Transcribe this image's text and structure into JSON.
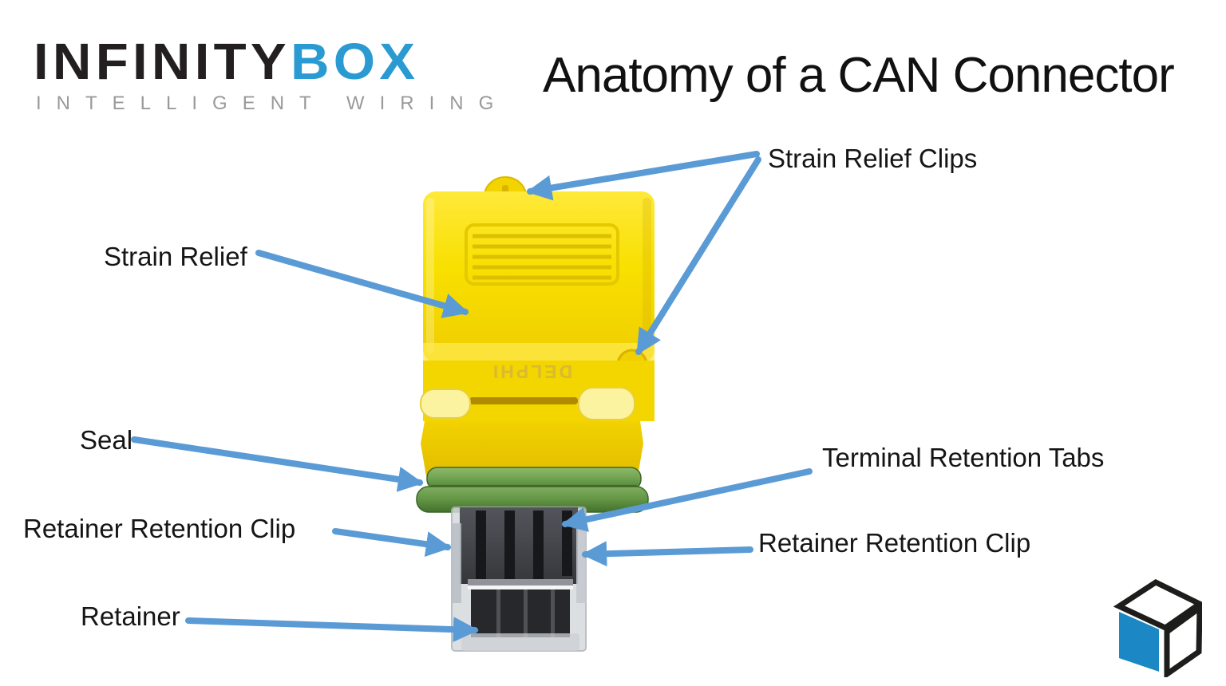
{
  "header": {
    "logo": {
      "brand_part1": "INFINITY",
      "brand_part2": "BOX",
      "tagline": "INTELLIGENT WIRING",
      "brand_black": "#231f20",
      "brand_blue": "#2a9ad2",
      "tagline_gray": "#9a9a9a"
    },
    "title": "Anatomy of a CAN Connector"
  },
  "diagram": {
    "subject": "yellow-can-connector-photo",
    "embossed_text": "DELPHI",
    "labels": [
      {
        "id": "strain-relief-clips",
        "text": "Strain Relief Clips"
      },
      {
        "id": "strain-relief",
        "text": "Strain Relief"
      },
      {
        "id": "seal",
        "text": "Seal"
      },
      {
        "id": "retainer-retention-clip-left",
        "text": "Retainer Retention Clip"
      },
      {
        "id": "terminal-retention-tabs",
        "text": "Terminal Retention Tabs"
      },
      {
        "id": "retainer-retention-clip-right",
        "text": "Retainer Retention Clip"
      },
      {
        "id": "retainer",
        "text": "Retainer"
      }
    ],
    "colors": {
      "arrow_blue": "#5b9bd5",
      "connector_yellow": "#f8e000",
      "seal_green": "#6fa34f",
      "retainer_dark": "#3a3c40",
      "label_text": "#151515"
    }
  },
  "footer": {
    "cube_icon": "infinitybox-cube-logo",
    "cube_blue": "#1b87c4"
  }
}
